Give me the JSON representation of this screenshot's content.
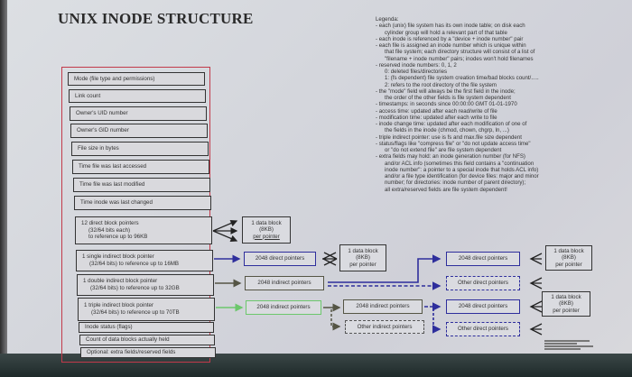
{
  "title": "UNIX INODE STRUCTURE",
  "inode_fields": [
    {
      "label": "Mode (file type and permissions)"
    },
    {
      "label": "Link count"
    },
    {
      "label": "Owner's UID number"
    },
    {
      "label": "Owner's GID number"
    },
    {
      "label": "File size in bytes"
    },
    {
      "label": "Time file was last accessed"
    },
    {
      "label": "Time file was last modified"
    },
    {
      "label": "Time inode was last changed"
    },
    {
      "line1": "12 direct block pointers",
      "line2": "(32/64 bits each)",
      "line3": "to reference up to 96KB"
    },
    {
      "line1": "1 single indirect block pointer",
      "line2": "(32/64 bits) to reference up to 16MB"
    },
    {
      "line1": "1 double indirect block pointer",
      "line2": "(32/64 bits) to reference up to 32GB"
    },
    {
      "line1": "1 triple indirect block pointer",
      "line2": "(32/64 bits) to reference up to 70TB"
    },
    {
      "label": "Inode status (flags)"
    },
    {
      "label": "Count of data blocks actually held"
    },
    {
      "label": "Optional: extra fields/reserved fields"
    }
  ],
  "data_block": {
    "line1": "1 data block",
    "line2": "(8KB)",
    "line3": "per pointer"
  },
  "pointer_boxes": {
    "direct_2048": "2048 direct pointers",
    "indirect_2048": "2048 indirect pointers",
    "other_direct": "Other direct pointers",
    "other_indirect": "Other indirect pointers"
  },
  "legend": {
    "heading": "Legenda:",
    "lines": [
      {
        "type": "item",
        "text": "- each (unix) file system has its own inode table; on disk each"
      },
      {
        "type": "cont",
        "text": "cylinder group will hold a relevant part of that table"
      },
      {
        "type": "item",
        "text": "- each inode is referenced by a \"device + inode number\" pair"
      },
      {
        "type": "item",
        "text": "- each file is assigned an inode number which is unique within"
      },
      {
        "type": "cont",
        "text": "that file system; each directory structure will consist of a list of"
      },
      {
        "type": "cont",
        "text": "\"filename + inode number\" pairs; inodes won't hold filenames"
      },
      {
        "type": "item",
        "text": "- reserved inode numbers: 0, 1, 2"
      },
      {
        "type": "cont",
        "text": "0: deleted files/directories"
      },
      {
        "type": "cont",
        "text": "1: (fs dependent) file system creation time/bad blocks count/....."
      },
      {
        "type": "cont",
        "text": "2: refers to the root directory of the file system"
      },
      {
        "type": "item",
        "text": "- the \"mode\" field will always be the first field in the inode;"
      },
      {
        "type": "cont",
        "text": "the order of the other fields is file system dependent"
      },
      {
        "type": "item",
        "text": "- timestamps: in seconds since 00:00:00 GMT 01-01-1970"
      },
      {
        "type": "item",
        "text": "- access time: updated after each read/write of file"
      },
      {
        "type": "item",
        "text": "- modification time: updated after each write to file"
      },
      {
        "type": "item",
        "text": "- inode change time: updated after each modification of one of"
      },
      {
        "type": "cont",
        "text": "the fields in the inode (chmod, chown, chgrp, ln, ...)"
      },
      {
        "type": "item",
        "text": "- triple indirect pointer: use is fs and max.file size dependent"
      },
      {
        "type": "item",
        "text": "- status/flags like \"compress file\" or \"do not update access time\""
      },
      {
        "type": "cont",
        "text": "or \"do not extend file\" are file system dependent"
      },
      {
        "type": "item",
        "text": "- extra fields may hold: an inode generation number (for NFS)"
      },
      {
        "type": "cont",
        "text": "and/or ACL info (sometimes this field contains a \"continuation"
      },
      {
        "type": "cont",
        "text": "inode number\": a pointer to a special inode that holds ACL info)"
      },
      {
        "type": "cont",
        "text": "and/or a file type identification (for device files: major and minor"
      },
      {
        "type": "cont",
        "text": "number; for directories: inode number of parent directory);"
      },
      {
        "type": "cont",
        "text": "all extra/reserved fields are file system dependent!"
      }
    ]
  },
  "colors": {
    "inode_outline": "#c23a4a",
    "single_indirect": "#2e2e9c",
    "double_indirect": "#555545",
    "triple_indirect": "#6cc76c",
    "box_border": "#333333",
    "background": "#d8dadf"
  }
}
